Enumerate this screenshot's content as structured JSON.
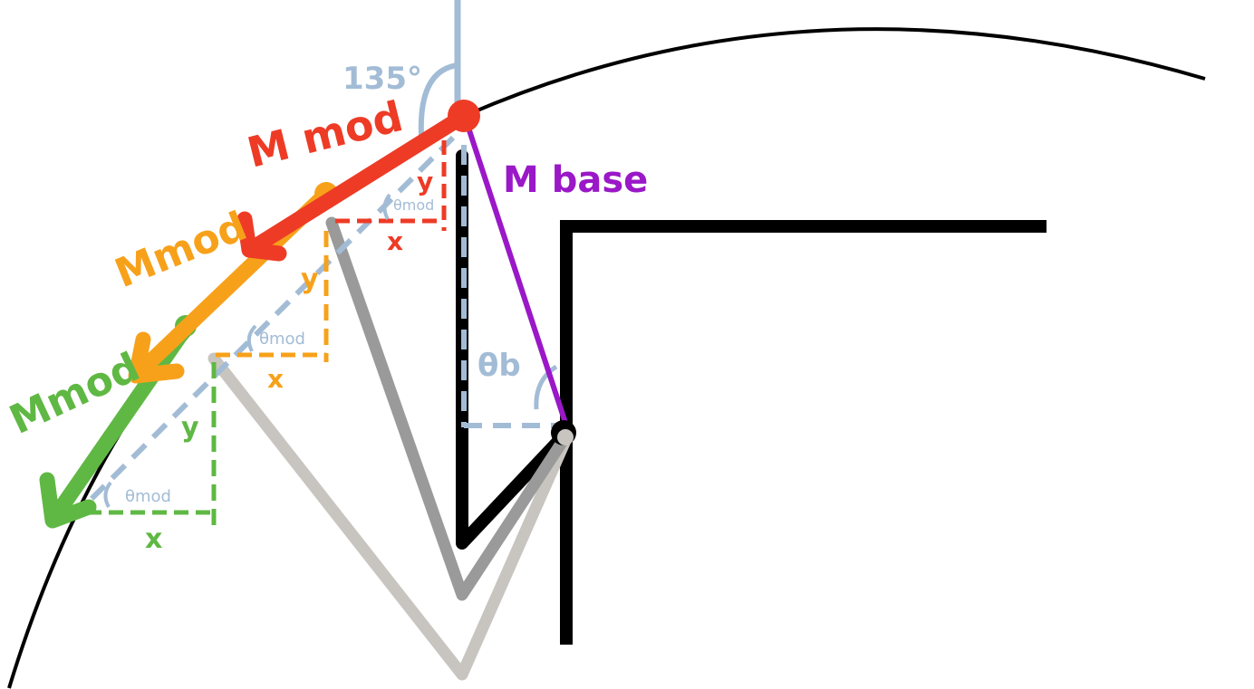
{
  "colors": {
    "background": "#ffffff",
    "black": "#000000",
    "light_blue": "#a3bcd6",
    "red": "#ee3b26",
    "orange": "#f7a11a",
    "green": "#5fb843",
    "purple": "#9a18c7",
    "gray_dark": "#9a9a9a",
    "gray_light": "#c8c5c0"
  },
  "labels": {
    "angle_135": "135°",
    "m_mod_red": "M mod",
    "m_base": "M base",
    "m_mod_orange": "Mmod",
    "m_mod_green": "Mmod",
    "y_red": "y",
    "x_red": "x",
    "theta_mod_red": "θmod",
    "y_orange": "y",
    "x_orange": "x",
    "theta_mod_orange": "θmod",
    "y_green": "y",
    "x_green": "x",
    "theta_mod_green": "θmod",
    "theta_b": "θb"
  },
  "icons": {
    "pivot_joint": "red-dot-joint",
    "base_joint": "black-dot-joint"
  }
}
